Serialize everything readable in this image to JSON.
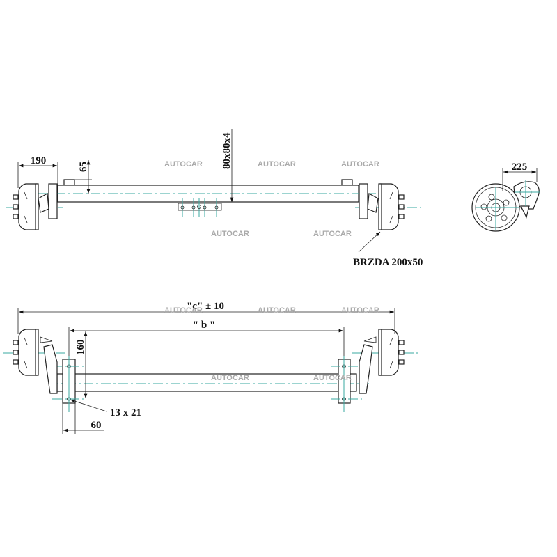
{
  "drawing": {
    "dimensions": {
      "hub_offset": "190",
      "tube_offset": "65",
      "tube_profile": "80x80x4",
      "bracket_width": "225",
      "brake_label": "BRZDA  200x50",
      "overall_length": "\"c\" ± 10",
      "mount_spacing": "\" b \"",
      "mount_height": "160",
      "hole_size": "13 x 21",
      "plate_width": "60"
    },
    "watermark": "AUTOCAR"
  }
}
